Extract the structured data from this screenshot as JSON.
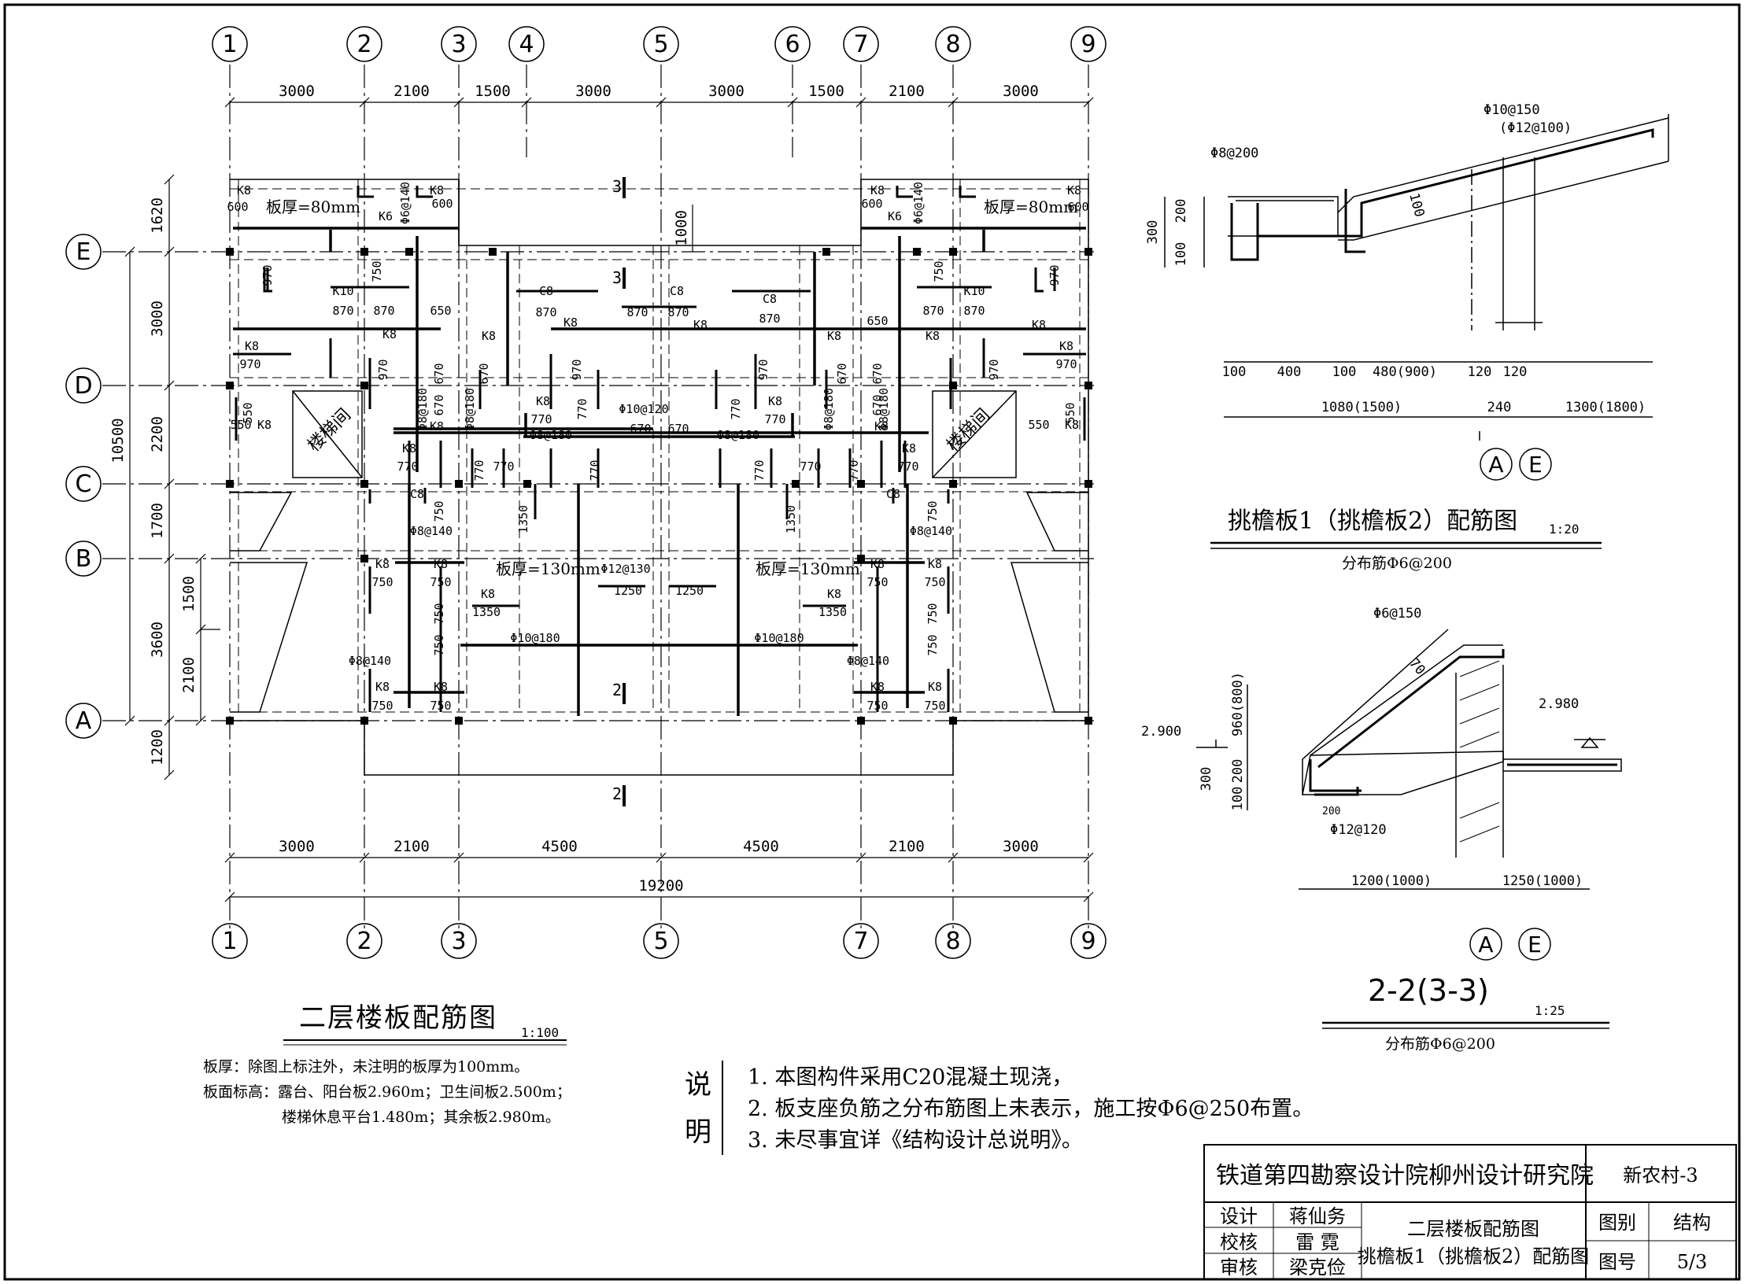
{
  "plan": {
    "axes_top": [
      "1",
      "2",
      "3",
      "4",
      "5",
      "6",
      "7",
      "8",
      "9"
    ],
    "axes_bottom": [
      "1",
      "2",
      "3",
      "5",
      "7",
      "8",
      "9"
    ],
    "axes_left": [
      "E",
      "D",
      "C",
      "B",
      "A"
    ],
    "dims_top": [
      "3000",
      "2100",
      "1500",
      "3000",
      "3000",
      "1500",
      "2100",
      "3000"
    ],
    "dims_bottom": [
      "3000",
      "2100",
      "4500",
      "4500",
      "2100",
      "3000"
    ],
    "dim_total_bottom": "19200",
    "dims_left": [
      "1620",
      "3000",
      "2200",
      "1700",
      "3600",
      "1200"
    ],
    "dims_left_sub": [
      "1500",
      "2100"
    ],
    "dim_left_total": "10500",
    "dim_1000": "1000",
    "slab_80_left": "板厚=80mm",
    "slab_80_right": "板厚=80mm",
    "slab_130_left": "板厚=130mm",
    "slab_130_right": "板厚=130mm",
    "stair_left": "楼梯间",
    "stair_right": "楼梯间",
    "rebar_phi10_120": "Φ10@120",
    "rebar_phi12_130": "Φ12@130",
    "rebar_phi10_180_l": "Φ10@180",
    "rebar_phi10_180_r": "Φ10@180",
    "rebar_phi8_180": "Φ8@180",
    "rebar_phi8_140": "Φ8@140",
    "rebar_phi6_140": "Φ6@140",
    "k8": "K8",
    "k6": "K6",
    "k10": "K10",
    "c8": "C8",
    "l600": "600",
    "l970": "970",
    "l870": "870",
    "l750": "750",
    "l650": "650",
    "l670": "670",
    "l770": "770",
    "l550": "550",
    "l1350": "1350",
    "l1250": "1250",
    "sec2": "2",
    "sec3": "3",
    "title": "二层楼板配筋图",
    "scale": "1:100"
  },
  "notes": {
    "line1": "板厚：除图上标注外，未注明的板厚为100mm。",
    "line2": "板面标高：露台、阳台板2.960m；卫生间板2.500m；",
    "line3": "楼梯休息平台1.480m；其余板2.980m。"
  },
  "explanation": {
    "label": "说明",
    "items": [
      "1. 本图构件采用C20混凝土现浇，",
      "2. 板支座负筋之分布筋图上未表示，施工按Φ6@250布置。",
      "3. 未尽事宜详《结构设计总说明》。"
    ]
  },
  "detail1": {
    "title": "挑檐板1（挑檐板2）配筋图",
    "scale": "1:20",
    "dist": "分布筋Φ6@200",
    "r1": "Φ10@150",
    "r2": "(Φ12@100)",
    "r3": "Φ8@200",
    "d100a": "100",
    "d200": "200",
    "d300": "300",
    "d100v": "100",
    "dims": [
      "100",
      "400",
      "100",
      "480(900)",
      "120",
      "120"
    ],
    "dims2": [
      "1080(1500)",
      "240",
      "1300(1800)"
    ],
    "axis1": "A",
    "axis2": "E"
  },
  "detail2": {
    "title": "2-2(3-3)",
    "scale": "1:25",
    "dist": "分布筋Φ6@200",
    "r1": "Φ6@150",
    "r2": "Φ12@120",
    "el1": "2.900",
    "el2": "2.980",
    "d70": "70",
    "d960": "960(800)",
    "d300": "300",
    "d100": "100",
    "d200v": "200",
    "d200": "200",
    "dims": [
      "1200(1000)",
      "1250(1000)"
    ],
    "axis1": "A",
    "axis2": "E"
  },
  "titleblock": {
    "institute": "铁道第四勘察设计院柳州设计研究院",
    "project": "新农村-3",
    "roles": [
      "设计",
      "校核",
      "审核"
    ],
    "names": [
      "蒋仙务",
      "雷  霓",
      "梁克俭"
    ],
    "drawing1": "二层楼板配筋图",
    "drawing2": "挑檐板1（挑檐板2）配筋图",
    "cat_label": "图别",
    "cat_value": "结构",
    "num_label": "图号",
    "num_value": "5/3"
  }
}
